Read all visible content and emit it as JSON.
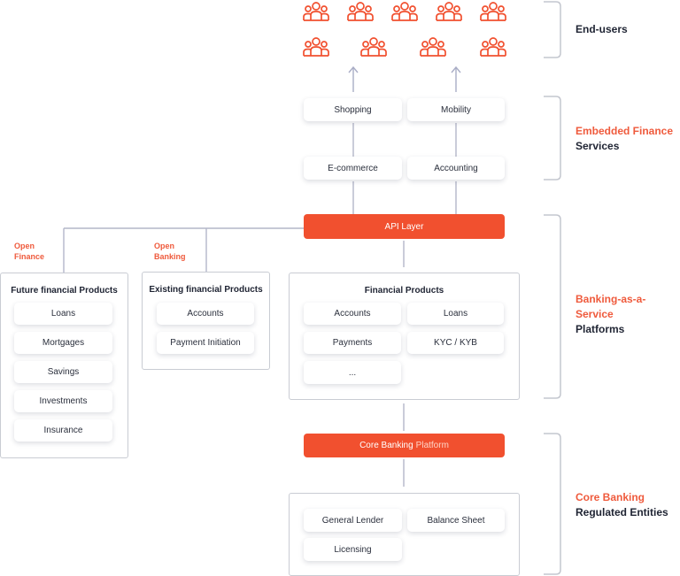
{
  "colors": {
    "accent": "#f1502f",
    "accent_text": "#ef5a3c",
    "line": "#b4b7c9",
    "bracket": "#c4c7cf"
  },
  "icons": {
    "user_group": "user-group-icon",
    "arrow_up": "arrow-up-icon"
  },
  "sections": {
    "end_users": {
      "title": "End-users"
    },
    "embedded": {
      "accent": "Embedded Finance",
      "title": "Services"
    },
    "baas": {
      "accent": "Banking-as-a-Service",
      "title": "Platforms"
    },
    "core": {
      "accent": "Core Banking",
      "title": "Regulated Entities"
    }
  },
  "services": {
    "top": [
      "Shopping",
      "Mobility"
    ],
    "bottom": [
      "E-commerce",
      "Accounting"
    ]
  },
  "api_layer": "API Layer",
  "open_finance": "Open Finance",
  "open_banking": "Open Banking",
  "future_products": {
    "title": "Future financial Products",
    "items": [
      "Loans",
      "Mortgages",
      "Savings",
      "Investments",
      "Insurance"
    ]
  },
  "existing_products": {
    "title": "Existing financial Products",
    "items": [
      "Accounts",
      "Payment Initiation"
    ]
  },
  "financial_products": {
    "title": "Financial Products",
    "items": [
      "Accounts",
      "Loans",
      "Payments",
      "KYC / KYB",
      "..."
    ]
  },
  "core_banking": {
    "bold": "Core Banking",
    "light": "Platform"
  },
  "regulated": {
    "items": [
      "General Lender",
      "Balance Sheet",
      "Licensing"
    ]
  }
}
